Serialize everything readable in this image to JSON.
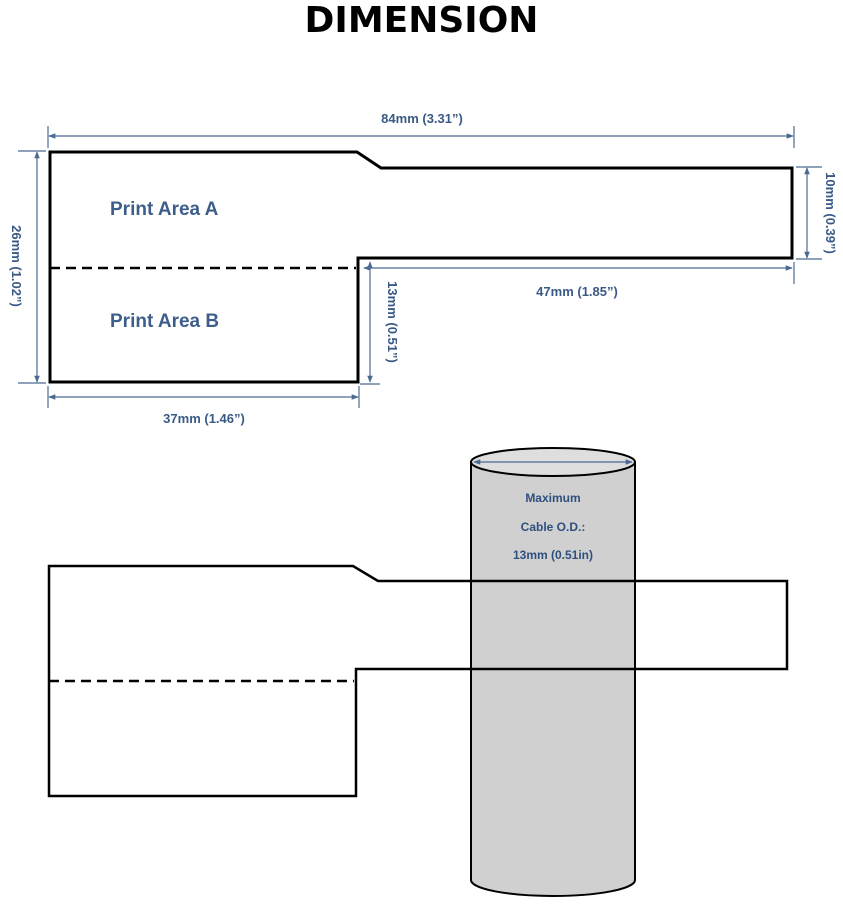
{
  "title": "DIMENSION",
  "labels": {
    "area_a": "Print Area A",
    "area_b": "Print Area B"
  },
  "dimensions": {
    "total_width": "84mm (3.31”)",
    "total_height": "26mm (1.02”)",
    "tail_height": "10mm (0.39”)",
    "tail_length": "47mm (1.85”)",
    "flag_height": "13mm (0.51”)",
    "flag_width": "37mm (1.46”)"
  },
  "cable": {
    "line1": "Maximum",
    "line2": "Cable O.D.:",
    "line3": "13mm (0.51in)"
  },
  "colors": {
    "outline": "#000000",
    "dimension": "#4a6a92",
    "cable_fill": "#d0d0d0"
  }
}
